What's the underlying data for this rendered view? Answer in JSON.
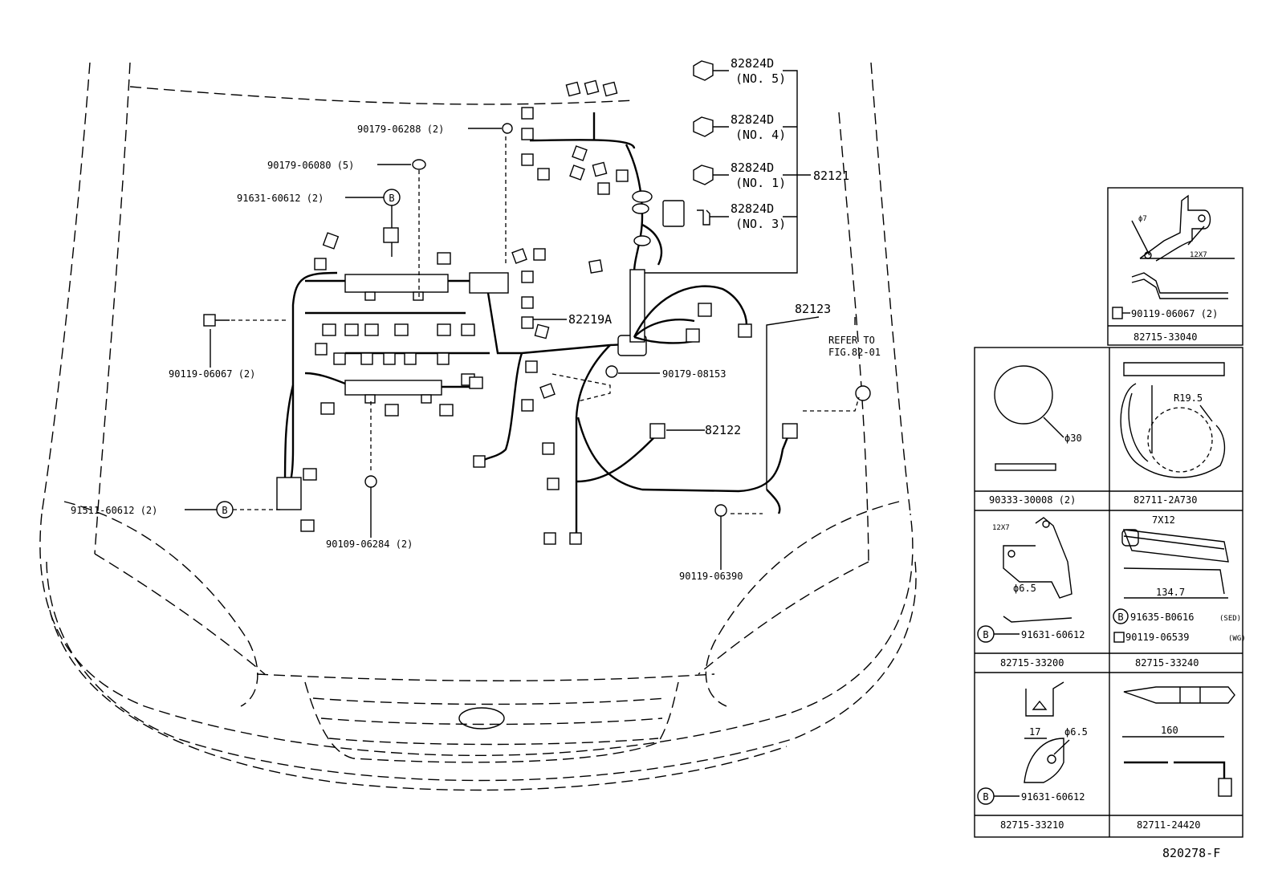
{
  "labels": {
    "p82824d_no5": "82824D",
    "no5": "(NO. 5)",
    "p82824d_no4": "82824D",
    "no4": "(NO. 4)",
    "p82824d_no1": "82824D",
    "no1": "(NO. 1)",
    "p82824d_no3": "82824D",
    "no3": "(NO. 3)",
    "p82121": "82121",
    "p90179_06288": "90179-06288 (2)",
    "p90179_06080": "90179-06080 (5)",
    "p91631_60612_top": "91631-60612 (2)",
    "p82219a": "82219A",
    "p90119_06067_left": "90119-06067 (2)",
    "p90179_08153": "90179-08153",
    "p82123": "82123",
    "refer_to": "REFER TO",
    "fig": "FIG.82-01",
    "p82122": "82122",
    "p91511_60612": "91511-60612 (2)",
    "p90109_06284": "90109-06284 (2)",
    "p90119_06390": "90119-06390",
    "figure_no": "820278-F"
  },
  "panels": {
    "p1": {
      "part": "82715-33040",
      "callout": "90119-06067 (2)",
      "dim1": "ϕ7",
      "dim2": "12X7"
    },
    "p2": {
      "part": "90333-30008 (2)",
      "dim1": "ϕ30"
    },
    "p3": {
      "part": "82711-2A730",
      "dim1": "R19.5"
    },
    "p4": {
      "part": "82715-33200",
      "callout": "91631-60612",
      "dim1": "12X7",
      "dim2": "ϕ6.5"
    },
    "p5": {
      "part": "82715-33240",
      "callout1": "91635-B0616",
      "note1": "(SED)",
      "callout2": "90119-06539",
      "note2": "(WG)",
      "dim1": "7X12",
      "dim2": "134.7"
    },
    "p6": {
      "part": "82715-33210",
      "callout": "91631-60612",
      "dim1": "17",
      "dim2": "ϕ6.5"
    },
    "p7": {
      "part": "82711-24420",
      "dim1": "160"
    }
  },
  "badge": "B"
}
